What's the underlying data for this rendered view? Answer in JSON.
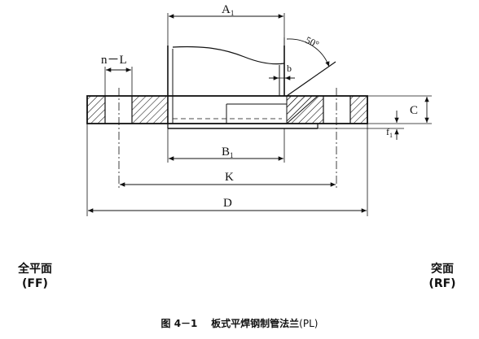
{
  "dimensions": {
    "a1": "A",
    "a1_sub": "1",
    "b1": "B",
    "b1_sub": "1",
    "k": "K",
    "d": "D",
    "c": "C",
    "f": "f",
    "f_sub": "1",
    "b": "b",
    "n_l": "n－L",
    "angle": "50°"
  },
  "faces": {
    "flat_face": "全平面",
    "flat_face_code": "(FF)",
    "raised_face": "突面",
    "raised_face_code": "(RF)"
  },
  "caption": {
    "figure_no": "图 4－1",
    "title": "板式平焊钢制管法兰",
    "code": "(PL)"
  }
}
